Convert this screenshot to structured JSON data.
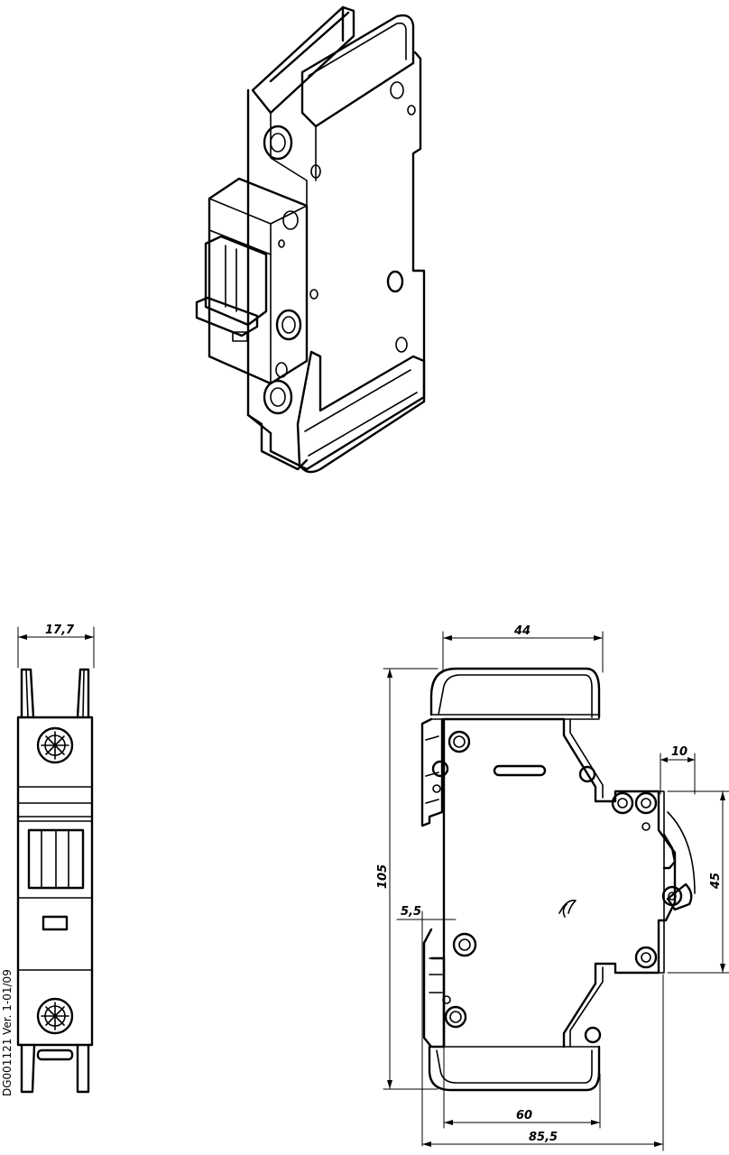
{
  "dimensions": {
    "side_width": "17,7",
    "front_width": "44",
    "rail_offset": "10",
    "height": "105",
    "gap": "5,5",
    "terminal_span": "45",
    "base_length": "60",
    "total_length": "85,5"
  },
  "drawing_code": "DG001121 Ver. 1-01/09"
}
